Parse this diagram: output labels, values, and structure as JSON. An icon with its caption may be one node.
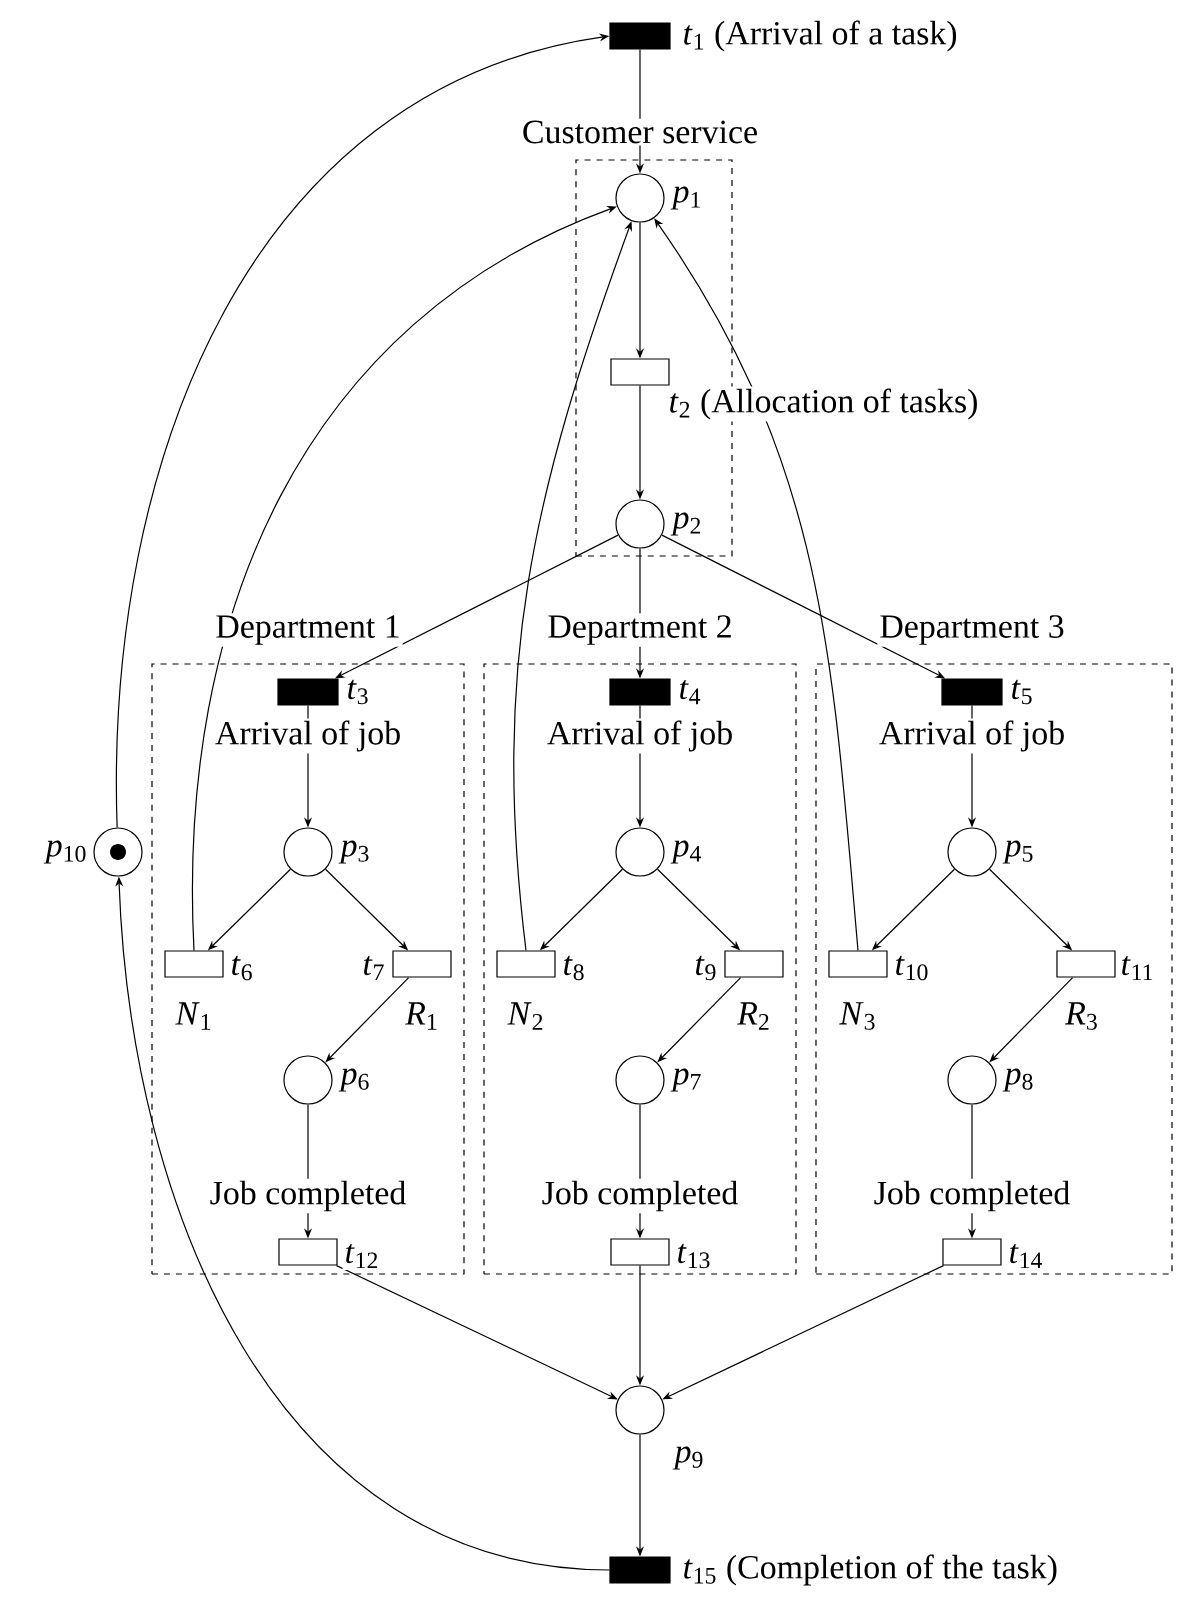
{
  "diagram": {
    "nodes": [
      {
        "text": [],
        "shape": "bar",
        "beside": [
          "*t*$_{1}$ (Arrival of a task)"
        ]
      },
      {
        "text": [
          "Customer service"
        ]
      },
      {
        "text": [],
        "shape": "circle",
        "in": 1,
        "beside": [
          "*p*$_{1}$"
        ]
      },
      {
        "text": [],
        "shape": "box",
        "in": 1,
        "beside": [
          "*t*$_{2}$ (Allocation of tasks)"
        ]
      },
      {
        "text": [],
        "shape": "circle",
        "in": 1,
        "beside": [
          "*p*$_{2}$"
        ]
      },
      {
        "text": [
          "Department 1"
        ]
      },
      {
        "text": [
          "Department 2"
        ]
      },
      {
        "text": [
          "Department 3"
        ]
      },
      {
        "text": [],
        "shape": "circle",
        "beside": [
          "*p*$_{10}$"
        ]
      },
      {
        "text": [],
        "shape": "bar",
        "in": 5,
        "beside": [
          "*t*$_{3}$",
          "Arrival of job"
        ]
      },
      {
        "text": [],
        "shape": "bar",
        "in": 6,
        "beside": [
          "*t*$_{4}$",
          "Arrival of job"
        ]
      },
      {
        "text": [],
        "shape": "bar",
        "in": 7,
        "beside": [
          "*t*$_{5}$",
          "Arrival of job"
        ]
      },
      {
        "text": [],
        "shape": "circle",
        "in": 5,
        "beside": [
          "*p*$_{3}$"
        ]
      },
      {
        "text": [],
        "shape": "circle",
        "in": 6,
        "beside": [
          "*p*$_{4}$"
        ]
      },
      {
        "text": [],
        "shape": "circle",
        "in": 7,
        "beside": [
          "*p*$_{5}$"
        ]
      },
      {
        "text": [],
        "shape": "box",
        "in": 5,
        "beside": [
          "*t*$_{6}$",
          "*N*$_{1}$"
        ]
      },
      {
        "text": [],
        "shape": "box",
        "in": 5,
        "beside": [
          "*t*$_{7}$",
          "*R*$_{1}$"
        ]
      },
      {
        "text": [],
        "shape": "box",
        "in": 6,
        "beside": [
          "*t*$_{8}$",
          "*N*$_{2}$"
        ]
      },
      {
        "text": [],
        "shape": "box",
        "in": 6,
        "beside": [
          "*t*$_{9}$",
          "*R*$_{2}$"
        ]
      },
      {
        "text": [],
        "shape": "box",
        "in": 7,
        "beside": [
          "*t*$_{10}$",
          "*N*$_{3}$"
        ]
      },
      {
        "text": [],
        "shape": "box",
        "in": 7,
        "beside": [
          "*t*$_{11}$",
          "*R*$_{3}$"
        ]
      },
      {
        "text": [],
        "shape": "circle",
        "in": 5,
        "beside": [
          "*p*$_{6}$"
        ]
      },
      {
        "text": [],
        "shape": "circle",
        "in": 6,
        "beside": [
          "*p*$_{7}$"
        ]
      },
      {
        "text": [],
        "shape": "circle",
        "in": 7,
        "beside": [
          "*p*$_{8}$"
        ]
      },
      {
        "text": [],
        "shape": "box",
        "in": 5,
        "beside": [
          "Job completed",
          "*t*$_{12}$"
        ]
      },
      {
        "text": [],
        "shape": "box",
        "in": 6,
        "beside": [
          "Job completed",
          "*t*$_{13}$"
        ]
      },
      {
        "text": [],
        "shape": "box",
        "in": 7,
        "beside": [
          "Job completed",
          "*t*$_{14}$"
        ]
      },
      {
        "text": [],
        "shape": "circle",
        "beside": [
          "*p*$_{9}$"
        ]
      },
      {
        "text": [],
        "shape": "bar",
        "beside": [
          "*t*$_{15}$ (Completion of the task)"
        ]
      }
    ],
    "edges": [
      {
        "from": 0,
        "to": 2,
        "arrow": "to"
      },
      {
        "from": 2,
        "to": 3,
        "arrow": "to"
      },
      {
        "from": 3,
        "to": 4,
        "arrow": "to"
      },
      {
        "from": 4,
        "to": 9,
        "arrow": "to"
      },
      {
        "from": 4,
        "to": 10,
        "arrow": "to"
      },
      {
        "from": 4,
        "to": 11,
        "arrow": "to"
      },
      {
        "from": 9,
        "to": 12,
        "arrow": "to"
      },
      {
        "from": 10,
        "to": 13,
        "arrow": "to"
      },
      {
        "from": 11,
        "to": 14,
        "arrow": "to"
      },
      {
        "from": 12,
        "to": 15,
        "arrow": "to"
      },
      {
        "from": 12,
        "to": 16,
        "arrow": "to"
      },
      {
        "from": 13,
        "to": 17,
        "arrow": "to"
      },
      {
        "from": 13,
        "to": 18,
        "arrow": "to"
      },
      {
        "from": 14,
        "to": 19,
        "arrow": "to"
      },
      {
        "from": 14,
        "to": 20,
        "arrow": "to"
      },
      {
        "from": 15,
        "to": 2,
        "arrow": "to"
      },
      {
        "from": 17,
        "to": 2,
        "arrow": "to"
      },
      {
        "from": 19,
        "to": 2,
        "arrow": "to"
      },
      {
        "from": 16,
        "to": 21,
        "arrow": "to"
      },
      {
        "from": 18,
        "to": 22,
        "arrow": "to"
      },
      {
        "from": 20,
        "to": 23,
        "arrow": "to"
      },
      {
        "from": 21,
        "to": 24,
        "arrow": "to"
      },
      {
        "from": 22,
        "to": 25,
        "arrow": "to"
      },
      {
        "from": 23,
        "to": 26,
        "arrow": "to"
      },
      {
        "from": 24,
        "to": 27,
        "arrow": "to"
      },
      {
        "from": 25,
        "to": 27,
        "arrow": "to"
      },
      {
        "from": 26,
        "to": 27,
        "arrow": "to"
      },
      {
        "from": 27,
        "to": 28,
        "arrow": "to"
      },
      {
        "from": 28,
        "to": 8,
        "arrow": "to"
      },
      {
        "from": 8,
        "to": 0,
        "arrow": "to"
      }
    ]
  }
}
